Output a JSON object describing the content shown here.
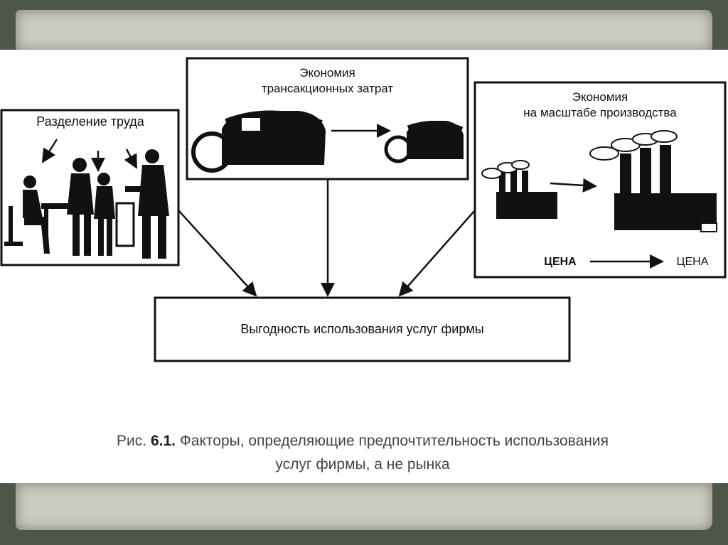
{
  "diagram": {
    "box_division_of_labor": "Разделение труда",
    "box_transaction_title_line1": "Экономия",
    "box_transaction_title_line2": "трансакционных затрат",
    "box_scale_title_line1": "Экономия",
    "box_scale_title_line2": "на масштабе производства",
    "price_left": "ЦЕНА",
    "price_right": "ЦЕНА",
    "result_box": "Выгодность использования услуг фирмы"
  },
  "caption": {
    "prefix": "Рис.",
    "figure_number": "6.1.",
    "text_line1": "Факторы, определяющие предпочтительность использования",
    "text_line2": "услуг фирмы, а не рынка"
  }
}
